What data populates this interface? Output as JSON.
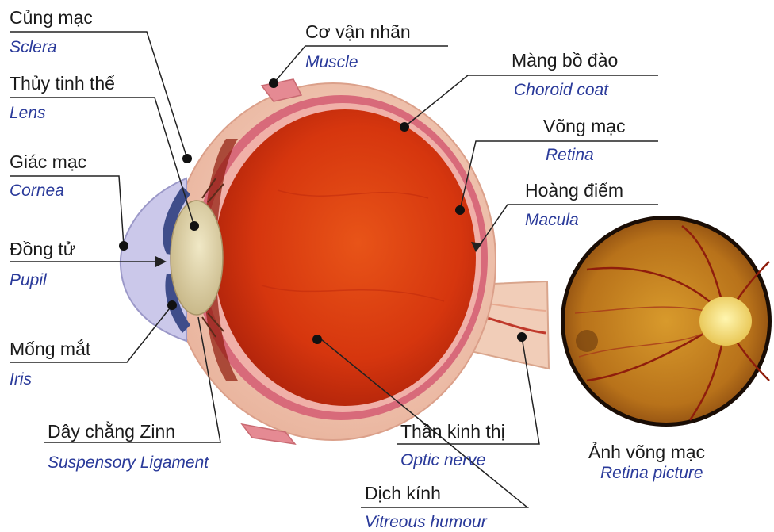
{
  "labels": {
    "sclera": {
      "vi": "Củng mạc",
      "en": "Sclera"
    },
    "lens": {
      "vi": "Thủy tinh thể",
      "en": "Lens"
    },
    "cornea": {
      "vi": "Giác mạc",
      "en": "Cornea"
    },
    "pupil": {
      "vi": "Đồng tử",
      "en": "Pupil"
    },
    "iris": {
      "vi": "Mống mắt",
      "en": "Iris"
    },
    "ligament": {
      "vi": "Dây chằng Zinn",
      "en": "Suspensory Ligament"
    },
    "muscle": {
      "vi": "Cơ vận nhãn",
      "en": "Muscle"
    },
    "choroid": {
      "vi": "Màng bồ đào",
      "en": "Choroid coat"
    },
    "retina": {
      "vi": "Võng mạc",
      "en": "Retina"
    },
    "macula": {
      "vi": "Hoàng điểm",
      "en": "Macula"
    },
    "optic": {
      "vi": "Thần kinh thị",
      "en": "Optic nerve"
    },
    "vitreous": {
      "vi": "Dịch kính",
      "en": "Vitreous humour"
    },
    "retina_pic": {
      "vi": "Ảnh võng mạc",
      "en": "Retina picture"
    }
  },
  "colors": {
    "vitreous": "#e03a12",
    "vitreous_dark": "#a8200a",
    "sclera": "#f3c9b4",
    "choroid": "#d76a7a",
    "lens": "#ddd1a4",
    "cornea": "#c5c3e6",
    "fundus": "#c7821c",
    "optic_disc": "#f6e27a",
    "english_label": "#2a3a9a"
  }
}
